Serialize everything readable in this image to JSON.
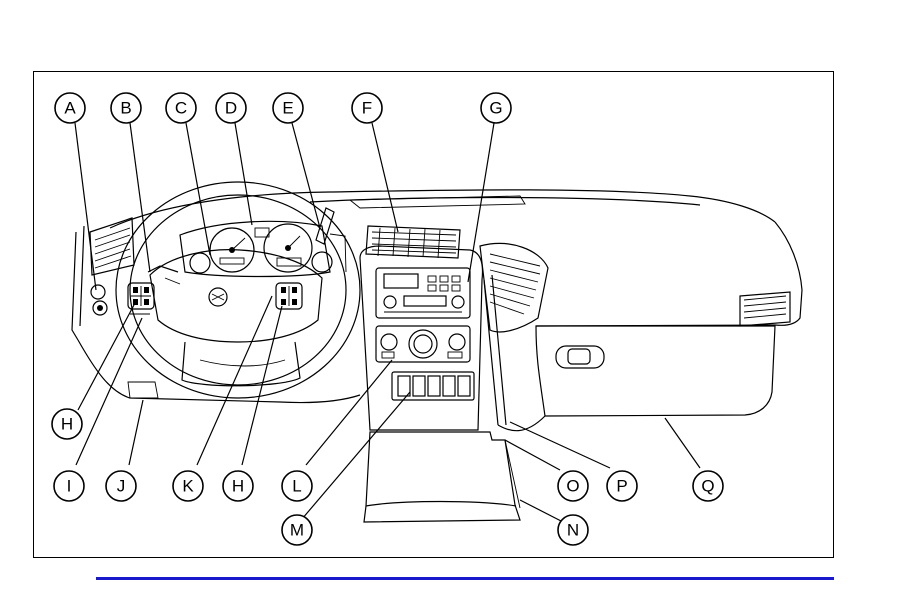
{
  "callouts": [
    {
      "id": "A",
      "label": "A"
    },
    {
      "id": "B",
      "label": "B"
    },
    {
      "id": "C",
      "label": "C"
    },
    {
      "id": "D",
      "label": "D"
    },
    {
      "id": "E",
      "label": "E"
    },
    {
      "id": "F",
      "label": "F"
    },
    {
      "id": "G",
      "label": "G"
    },
    {
      "id": "H1",
      "label": "H"
    },
    {
      "id": "I",
      "label": "I"
    },
    {
      "id": "J",
      "label": "J"
    },
    {
      "id": "K",
      "label": "K"
    },
    {
      "id": "H2",
      "label": "H"
    },
    {
      "id": "L",
      "label": "L"
    },
    {
      "id": "M",
      "label": "M"
    },
    {
      "id": "O",
      "label": "O"
    },
    {
      "id": "N",
      "label": "N"
    },
    {
      "id": "P",
      "label": "P"
    },
    {
      "id": "Q",
      "label": "Q"
    }
  ],
  "colors": {
    "rule": "#1a1acc",
    "ink": "#000000"
  }
}
